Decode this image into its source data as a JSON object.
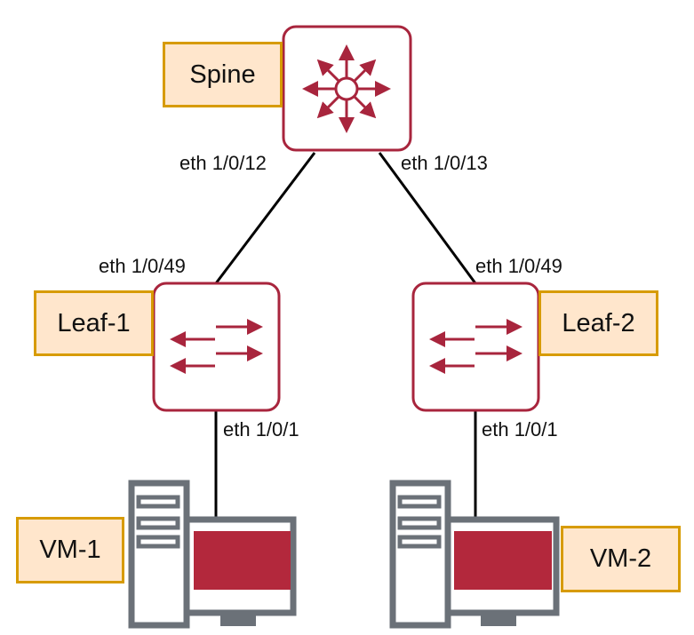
{
  "diagram": {
    "title": "",
    "colors": {
      "device_border": "#a8253d",
      "device_icon": "#a8253d",
      "label_fill": "#ffe6cc",
      "label_border": "#d79b00",
      "link": "#000000",
      "pc_body": "#6b7178",
      "pc_screen": "#b3283c"
    },
    "nodes": {
      "spine": {
        "label": "Spine",
        "type": "core-switch",
        "icon": "core-switch-icon"
      },
      "leaf1": {
        "label": "Leaf-1",
        "type": "l2-switch",
        "icon": "switch-arrows-icon"
      },
      "leaf2": {
        "label": "Leaf-2",
        "type": "l2-switch",
        "icon": "switch-arrows-icon"
      },
      "vm1": {
        "label": "VM-1",
        "type": "pc",
        "icon": "computer-icon"
      },
      "vm2": {
        "label": "VM-2",
        "type": "pc",
        "icon": "computer-icon"
      }
    },
    "links": [
      {
        "from": "spine",
        "to": "leaf1",
        "from_port": "eth 1/0/12",
        "to_port": "eth 1/0/49"
      },
      {
        "from": "spine",
        "to": "leaf2",
        "from_port": "eth 1/0/13",
        "to_port": "eth 1/0/49"
      },
      {
        "from": "leaf1",
        "to": "vm1",
        "from_port": "eth 1/0/1",
        "to_port": ""
      },
      {
        "from": "leaf2",
        "to": "vm2",
        "from_port": "eth 1/0/1",
        "to_port": ""
      }
    ]
  }
}
